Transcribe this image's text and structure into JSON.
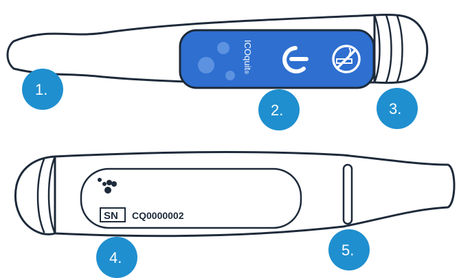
{
  "device": {
    "brand": "ICOquit",
    "registered_mark": "®",
    "serial_label": "SN",
    "serial_number": "CQ0000002"
  },
  "icons": {
    "panel_logo": "icoquit-logo-icon",
    "power": "power-icon",
    "no_smoking": "no-smoking-icon",
    "dots_logo": "dots-logo-icon"
  },
  "callouts": [
    {
      "label": "1."
    },
    {
      "label": "2."
    },
    {
      "label": "3."
    },
    {
      "label": "4."
    },
    {
      "label": "5."
    }
  ],
  "colors": {
    "callout": "#1f8fcf",
    "panel": "#2e6fd0",
    "outline": "#1d2a3a"
  }
}
